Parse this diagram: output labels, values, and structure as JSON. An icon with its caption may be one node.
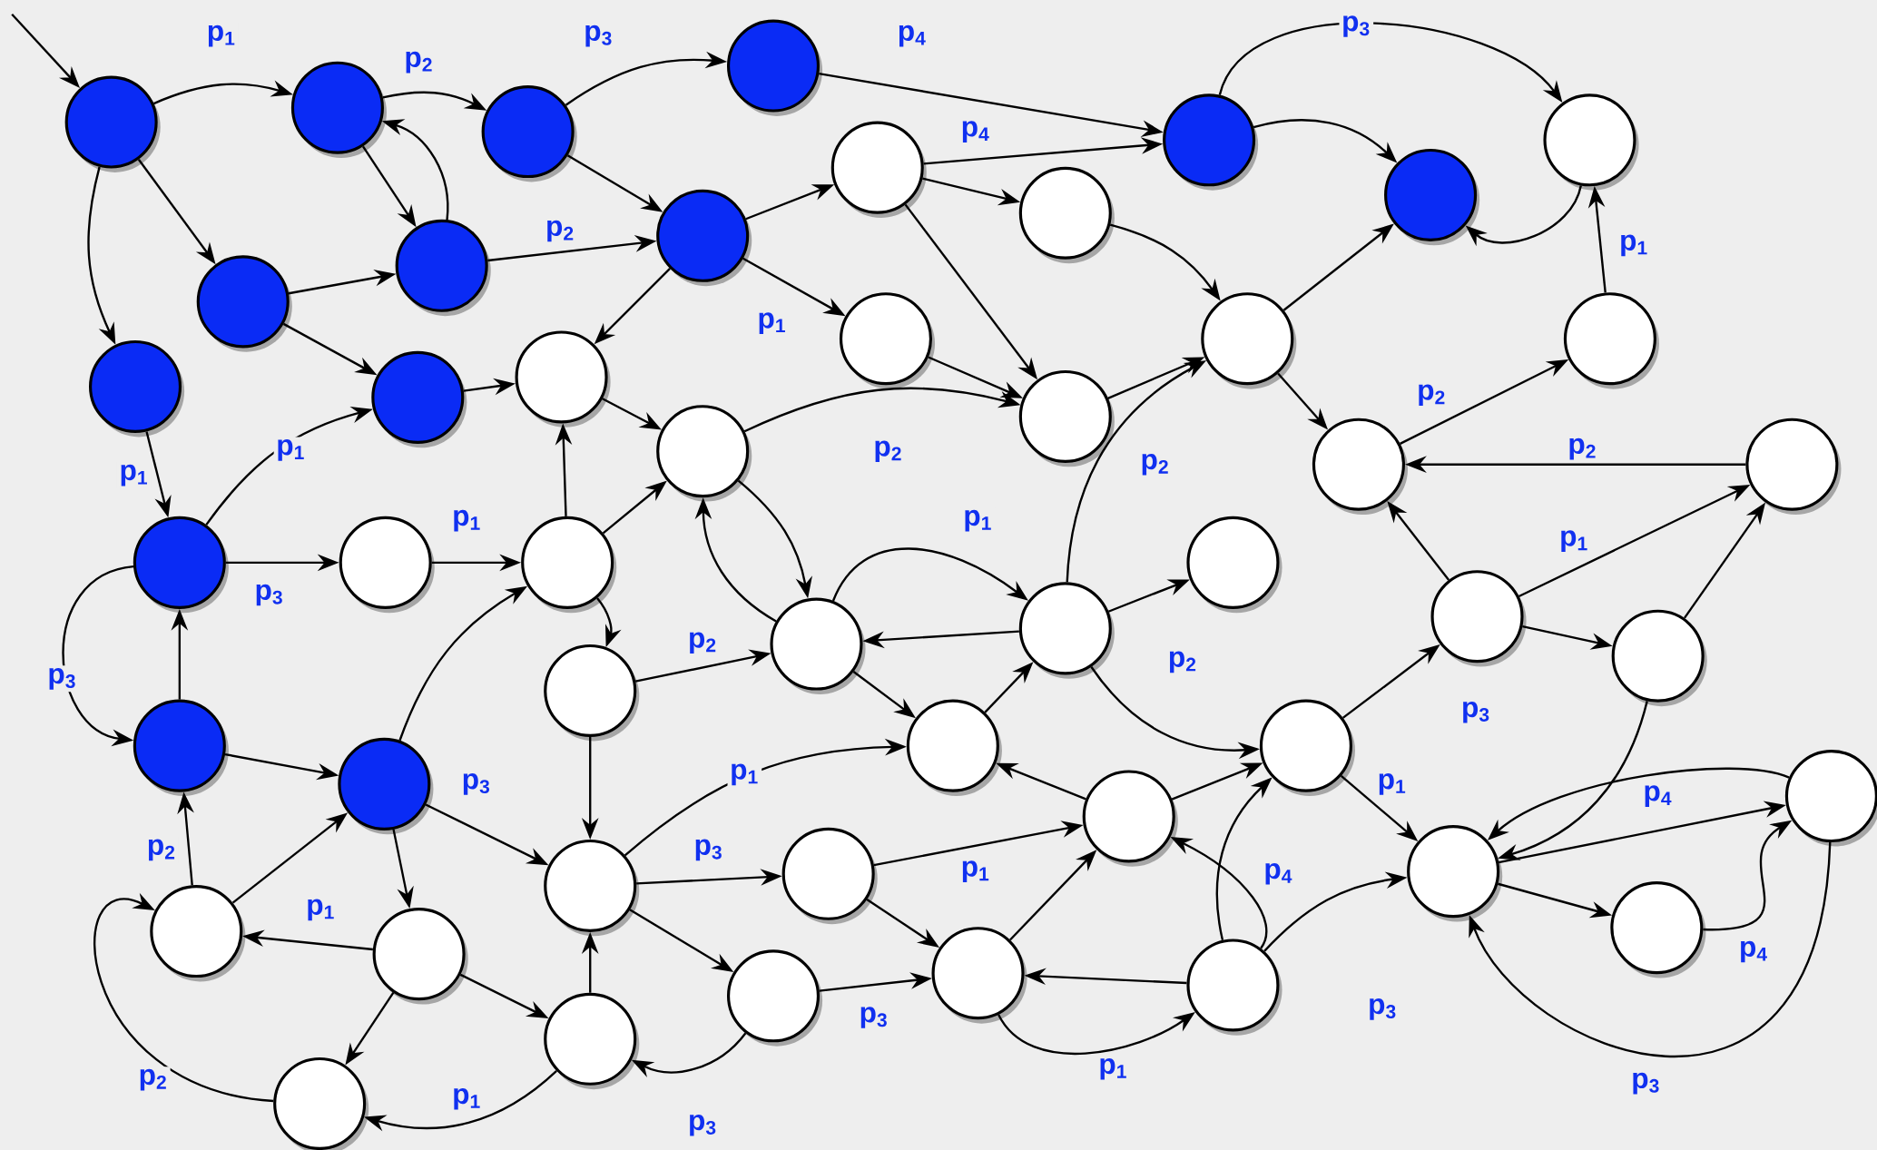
{
  "diagram": {
    "nodes": [
      {
        "text": [],
        "shape": "circle"
      },
      {
        "text": [],
        "shape": "circle"
      },
      {
        "text": [],
        "shape": "circle"
      },
      {
        "text": [],
        "shape": "circle"
      },
      {
        "text": [],
        "shape": "circle"
      },
      {
        "text": [],
        "shape": "circle"
      },
      {
        "text": [],
        "shape": "circle"
      },
      {
        "text": [],
        "shape": "circle"
      },
      {
        "text": [],
        "shape": "circle"
      },
      {
        "text": [],
        "shape": "circle"
      },
      {
        "text": [],
        "shape": "circle"
      },
      {
        "text": [],
        "shape": "circle"
      },
      {
        "text": [],
        "shape": "circle"
      },
      {
        "text": [],
        "shape": "circle"
      },
      {
        "text": [],
        "shape": "circle"
      },
      {
        "text": [],
        "shape": "circle"
      },
      {
        "text": [],
        "shape": "circle"
      },
      {
        "text": [],
        "shape": "circle"
      },
      {
        "text": [],
        "shape": "circle"
      },
      {
        "text": [],
        "shape": "circle"
      },
      {
        "text": [],
        "shape": "circle"
      },
      {
        "text": [],
        "shape": "circle"
      },
      {
        "text": [],
        "shape": "circle"
      },
      {
        "text": [],
        "shape": "circle"
      },
      {
        "text": [],
        "shape": "circle"
      },
      {
        "text": [],
        "shape": "circle"
      },
      {
        "text": [],
        "shape": "circle"
      },
      {
        "text": [],
        "shape": "circle"
      },
      {
        "text": [],
        "shape": "circle"
      },
      {
        "text": [],
        "shape": "circle"
      },
      {
        "text": [],
        "shape": "circle"
      },
      {
        "text": [],
        "shape": "circle"
      },
      {
        "text": [],
        "shape": "circle"
      },
      {
        "text": [],
        "shape": "circle"
      },
      {
        "text": [],
        "shape": "circle"
      },
      {
        "text": [],
        "shape": "circle"
      },
      {
        "text": [],
        "shape": "circle"
      },
      {
        "text": [],
        "shape": "circle"
      },
      {
        "text": [],
        "shape": "circle"
      },
      {
        "text": [],
        "shape": "circle"
      },
      {
        "text": [],
        "shape": "circle"
      },
      {
        "text": [],
        "shape": "circle"
      },
      {
        "text": [],
        "shape": "circle"
      },
      {
        "text": [],
        "shape": "circle"
      },
      {
        "text": [],
        "shape": "circle"
      },
      {
        "text": [],
        "shape": "circle"
      },
      {
        "text": [],
        "shape": "circle"
      },
      {
        "text": [],
        "shape": "circle"
      }
    ],
    "edges": [
      {
        "from": null,
        "to": 0,
        "arrow": "to"
      },
      {
        "from": 0,
        "to": 1,
        "arrow": "to",
        "label": "p$_{1}$"
      },
      {
        "from": 0,
        "to": 11,
        "arrow": "to"
      },
      {
        "from": 0,
        "to": 12,
        "arrow": "to"
      },
      {
        "from": 1,
        "to": 2,
        "arrow": "to",
        "label": "p$_{2}$"
      },
      {
        "from": 1,
        "to": 10,
        "arrow": "to"
      },
      {
        "from": 10,
        "to": 1,
        "arrow": "to"
      },
      {
        "from": 2,
        "to": 3,
        "arrow": "to",
        "label": "p$_{3}$"
      },
      {
        "from": 2,
        "to": 9,
        "arrow": "to"
      },
      {
        "from": 3,
        "to": 4,
        "arrow": "to",
        "label": "p$_{4}$"
      },
      {
        "from": 4,
        "to": 5,
        "arrow": "to"
      },
      {
        "from": 4,
        "to": 6,
        "arrow": "to",
        "label": "p$_{3}$"
      },
      {
        "from": 6,
        "to": 5,
        "arrow": "to"
      },
      {
        "from": 17,
        "to": 6,
        "arrow": "to",
        "label": "p$_{1}$"
      },
      {
        "from": 7,
        "to": 4,
        "arrow": "to",
        "label": "p$_{4}$"
      },
      {
        "from": 7,
        "to": 8,
        "arrow": "to"
      },
      {
        "from": 7,
        "to": 18,
        "arrow": "to"
      },
      {
        "from": 8,
        "to": 16,
        "arrow": "to"
      },
      {
        "from": 9,
        "to": 7,
        "arrow": "to"
      },
      {
        "from": 9,
        "to": 14,
        "arrow": "to",
        "label": "p$_{1}$"
      },
      {
        "from": 9,
        "to": 15,
        "arrow": "to"
      },
      {
        "from": 10,
        "to": 9,
        "arrow": "to",
        "label": "p$_{2}$"
      },
      {
        "from": 11,
        "to": 10,
        "arrow": "to"
      },
      {
        "from": 11,
        "to": 13,
        "arrow": "to"
      },
      {
        "from": 13,
        "to": 15,
        "arrow": "to"
      },
      {
        "from": 12,
        "to": 22,
        "arrow": "to",
        "label": "p$_{1}$"
      },
      {
        "from": 22,
        "to": 13,
        "arrow": "to",
        "label": "p$_{1}$"
      },
      {
        "from": 22,
        "to": 23,
        "arrow": "to",
        "label": "p$_{3}$"
      },
      {
        "from": 22,
        "to": 31,
        "arrow": "to",
        "label": "p$_{3}$"
      },
      {
        "from": 31,
        "to": 22,
        "arrow": "to"
      },
      {
        "from": 31,
        "to": 33,
        "arrow": "to"
      },
      {
        "from": 40,
        "to": 31,
        "arrow": "to",
        "label": "p$_{2}$"
      },
      {
        "from": 40,
        "to": 33,
        "arrow": "to"
      },
      {
        "from": 23,
        "to": 24,
        "arrow": "to",
        "label": "p$_{1}$"
      },
      {
        "from": 24,
        "to": 15,
        "arrow": "to"
      },
      {
        "from": 24,
        "to": 19,
        "arrow": "to"
      },
      {
        "from": 24,
        "to": 30,
        "arrow": "to"
      },
      {
        "from": 15,
        "to": 19,
        "arrow": "to"
      },
      {
        "from": 14,
        "to": 18,
        "arrow": "to"
      },
      {
        "from": 18,
        "to": 16,
        "arrow": "to"
      },
      {
        "from": 16,
        "to": 5,
        "arrow": "to"
      },
      {
        "from": 16,
        "to": 20,
        "arrow": "to"
      },
      {
        "from": 19,
        "to": 18,
        "arrow": "to",
        "label": "p$_{2}$"
      },
      {
        "from": 19,
        "to": 27,
        "arrow": "to"
      },
      {
        "from": 27,
        "to": 19,
        "arrow": "to"
      },
      {
        "from": 33,
        "to": 24,
        "arrow": "to"
      },
      {
        "from": 33,
        "to": 38,
        "arrow": "to",
        "label": "p$_{3}$"
      },
      {
        "from": 33,
        "to": 41,
        "arrow": "to"
      },
      {
        "from": 30,
        "to": 27,
        "arrow": "to",
        "label": "p$_{2}$"
      },
      {
        "from": 30,
        "to": 38,
        "arrow": "to"
      },
      {
        "from": 27,
        "to": 26,
        "arrow": "to",
        "label": "p$_{1}$"
      },
      {
        "from": 26,
        "to": 27,
        "arrow": "to"
      },
      {
        "from": 27,
        "to": 32,
        "arrow": "to"
      },
      {
        "from": 32,
        "to": 26,
        "arrow": "to"
      },
      {
        "from": 26,
        "to": 25,
        "arrow": "to"
      },
      {
        "from": 26,
        "to": 16,
        "arrow": "to",
        "label": "p$_{2}$"
      },
      {
        "from": 26,
        "to": 34,
        "arrow": "to",
        "label": "p$_{2}$"
      },
      {
        "from": 20,
        "to": 17,
        "arrow": "to",
        "label": "p$_{2}$"
      },
      {
        "from": 21,
        "to": 20,
        "arrow": "to",
        "label": "p$_{2}$"
      },
      {
        "from": 28,
        "to": 20,
        "arrow": "to"
      },
      {
        "from": 28,
        "to": 21,
        "arrow": "to",
        "label": "p$_{1}$"
      },
      {
        "from": 28,
        "to": 29,
        "arrow": "to"
      },
      {
        "from": 29,
        "to": 21,
        "arrow": "to"
      },
      {
        "from": 29,
        "to": 39,
        "arrow": "to",
        "label": "p$_{3}$"
      },
      {
        "from": 34,
        "to": 28,
        "arrow": "to"
      },
      {
        "from": 34,
        "to": 39,
        "arrow": "to",
        "label": "p$_{1}$"
      },
      {
        "from": 35,
        "to": 32,
        "arrow": "to"
      },
      {
        "from": 35,
        "to": 34,
        "arrow": "to"
      },
      {
        "from": 38,
        "to": 32,
        "arrow": "to",
        "label": "p$_{1}$"
      },
      {
        "from": 38,
        "to": 37,
        "arrow": "to",
        "label": "p$_{3}$"
      },
      {
        "from": 38,
        "to": 45,
        "arrow": "to"
      },
      {
        "from": 37,
        "to": 35,
        "arrow": "to",
        "label": "p$_{1}$"
      },
      {
        "from": 37,
        "to": 43,
        "arrow": "to"
      },
      {
        "from": 43,
        "to": 35,
        "arrow": "to"
      },
      {
        "from": 45,
        "to": 43,
        "arrow": "to",
        "label": "p$_{3}$"
      },
      {
        "from": 44,
        "to": 43,
        "arrow": "to"
      },
      {
        "from": 43,
        "to": 44,
        "arrow": "to",
        "label": "p$_{1}$"
      },
      {
        "from": 44,
        "to": 35,
        "arrow": "to",
        "label": "p$_{4}$"
      },
      {
        "from": 44,
        "to": 34,
        "arrow": "to"
      },
      {
        "from": 44,
        "to": 39,
        "arrow": "to",
        "label": "p$_{3}$"
      },
      {
        "from": 36,
        "to": 39,
        "arrow": "to",
        "label": "p$_{4}$"
      },
      {
        "from": 39,
        "to": 36,
        "arrow": "to"
      },
      {
        "from": 39,
        "to": 42,
        "arrow": "to"
      },
      {
        "from": 42,
        "to": 36,
        "arrow": "to",
        "label": "p$_{4}$"
      },
      {
        "from": 36,
        "to": 39,
        "arrow": "to",
        "label": "p$_{3}$"
      },
      {
        "from": 41,
        "to": 40,
        "arrow": "to",
        "label": "p$_{1}$"
      },
      {
        "from": 41,
        "to": 47,
        "arrow": "to"
      },
      {
        "from": 41,
        "to": 46,
        "arrow": "to"
      },
      {
        "from": 46,
        "to": 38,
        "arrow": "to"
      },
      {
        "from": 47,
        "to": 40,
        "arrow": "to",
        "label": "p$_{2}$"
      },
      {
        "from": 46,
        "to": 47,
        "arrow": "to",
        "label": "p$_{1}$"
      },
      {
        "from": 45,
        "to": 46,
        "arrow": "to",
        "label": "p$_{3}$"
      }
    ]
  }
}
